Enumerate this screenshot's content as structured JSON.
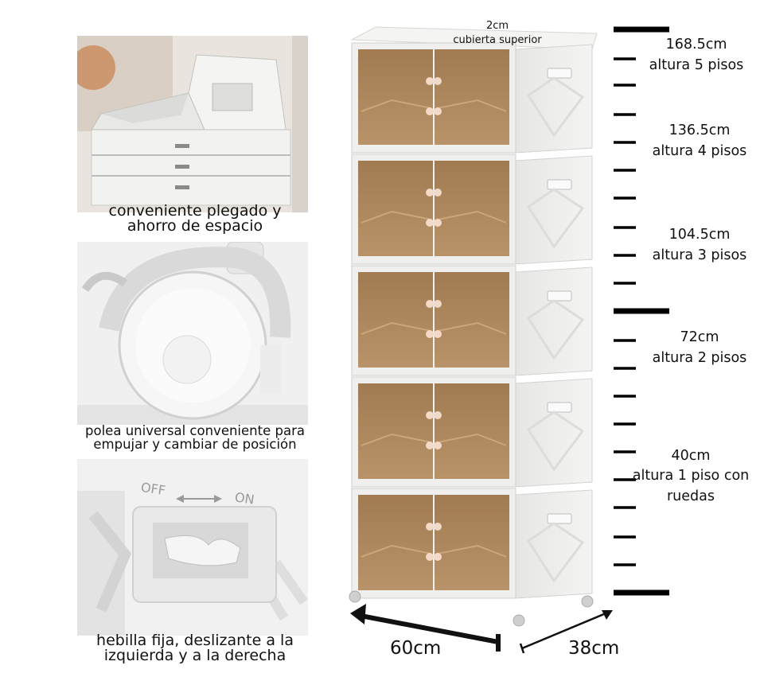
{
  "features": [
    {
      "line1": "conveniente plegado y",
      "line2": "ahorro de espacio"
    },
    {
      "line1": "polea universal conveniente para",
      "line2": "empujar y cambiar de posición"
    },
    {
      "line1": "hebilla fija, deslizante a la",
      "line2": "izquierda y a la derecha"
    }
  ],
  "buckle": {
    "off_label": "OFF",
    "on_label": "ON"
  },
  "top_cover": {
    "thickness": "2cm",
    "label": "cubierta superior"
  },
  "heights": [
    {
      "value": "168.5cm",
      "label": "altura 5 pisos"
    },
    {
      "value": "136.5cm",
      "label": "altura 4 pisos"
    },
    {
      "value": "104.5cm",
      "label": "altura 3 pisos"
    },
    {
      "value": "72cm",
      "label": "altura 2 pisos"
    },
    {
      "value": "40cm",
      "label": "altura 1 piso con ruedas"
    }
  ],
  "dimensions": {
    "width": "60cm",
    "depth": "38cm"
  },
  "colors": {
    "amber_door": "#a57c4e",
    "cabinet_white": "#eeeeec",
    "scale_black": "#000000"
  }
}
